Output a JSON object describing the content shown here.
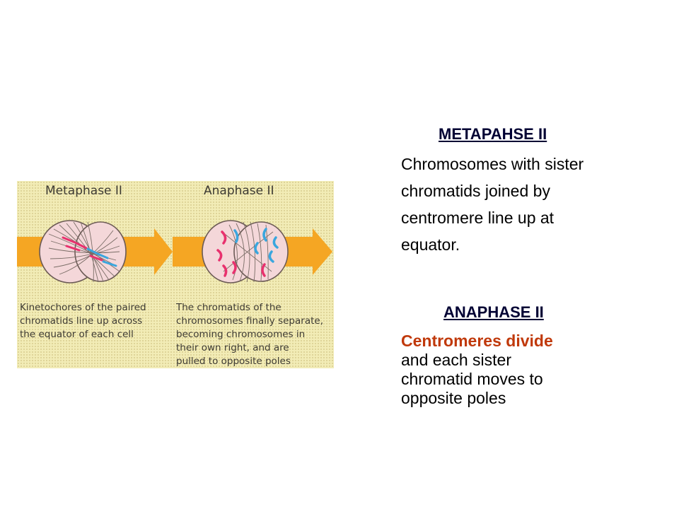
{
  "figure": {
    "panel1_title": "Metaphase II",
    "panel2_title": "Anaphase II",
    "panel1_caption": [
      "Kinetochores of the paired",
      "chromatids line up across",
      "the equator of each cell"
    ],
    "panel2_caption": [
      "The chromatids of the",
      "chromosomes finally separate,",
      "becoming chromosomes in",
      "their own right, and are",
      "pulled to opposite poles"
    ],
    "colors": {
      "arrow": "#f5a623",
      "background": "#f2ecb6",
      "chromosome_red": "#e8316e",
      "chromosome_blue": "#3aa6de"
    }
  },
  "text": {
    "metaphase_heading": "METAPAHSE  II",
    "metaphase_lines": [
      "Chromosomes with sister",
      "chromatids joined by",
      "centromere line up at",
      "equator."
    ],
    "anaphase_heading": "ANAPHASE  II",
    "anaphase_highlight": "Centromeres divide",
    "anaphase_lines": [
      "and each sister",
      "chromatid moves to",
      "opposite poles"
    ]
  }
}
